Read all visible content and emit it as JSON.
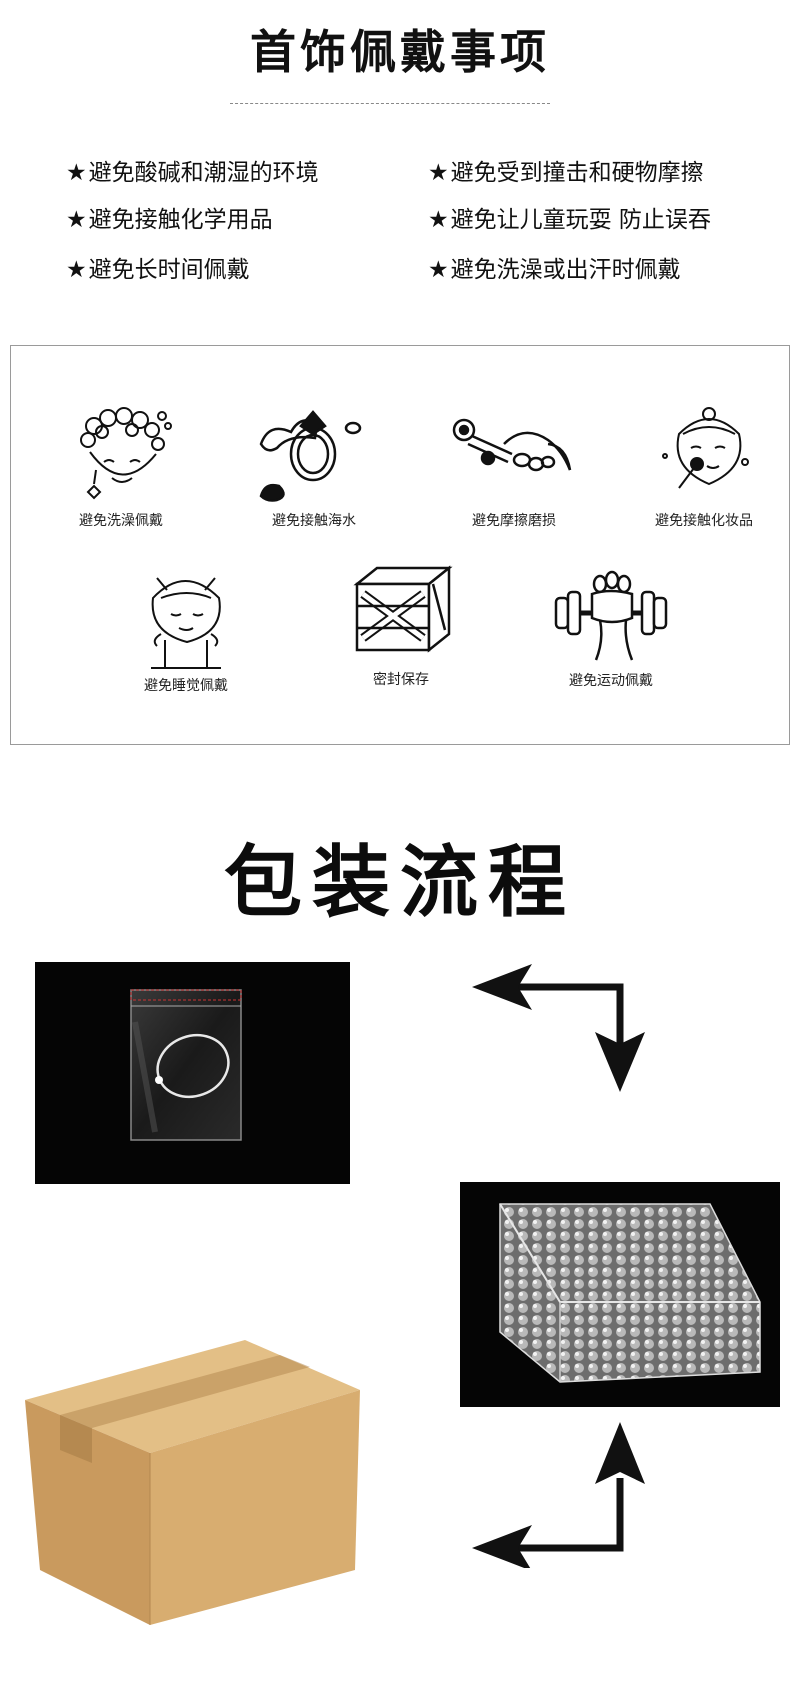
{
  "care_section": {
    "title": "首饰佩戴事项",
    "star": "★",
    "tips_left": [
      "避免酸碱和潮湿的环境",
      "避免接触化学用品",
      "避免长时间佩戴"
    ],
    "tips_right": [
      "避免受到撞击和硬物摩擦",
      "避免让儿童玩耍 防止误吞",
      "避免洗澡或出汗时佩戴"
    ]
  },
  "illustrations": [
    {
      "caption": "避免洗澡佩戴",
      "icon": "bathing-icon"
    },
    {
      "caption": "避免接触海水",
      "icon": "ring-seawater-icon"
    },
    {
      "caption": "避免摩擦磨损",
      "icon": "wrench-hand-icon"
    },
    {
      "caption": "避免接触化妆品",
      "icon": "makeup-face-icon"
    },
    {
      "caption": "避免睡觉佩戴",
      "icon": "sleeping-girl-icon"
    },
    {
      "caption": "密封保存",
      "icon": "sealed-crate-icon"
    },
    {
      "caption": "避免运动佩戴",
      "icon": "dumbbell-icon"
    }
  ],
  "packaging_section": {
    "title": "包装流程",
    "steps": [
      "ziplock-bag-with-ring",
      "bubble-wrap-bag",
      "cardboard-box"
    ]
  },
  "colors": {
    "text": "#111111",
    "photo_background": "#050505",
    "cardboard": "#d4a96a",
    "panel_border": "#9a9a9a"
  }
}
